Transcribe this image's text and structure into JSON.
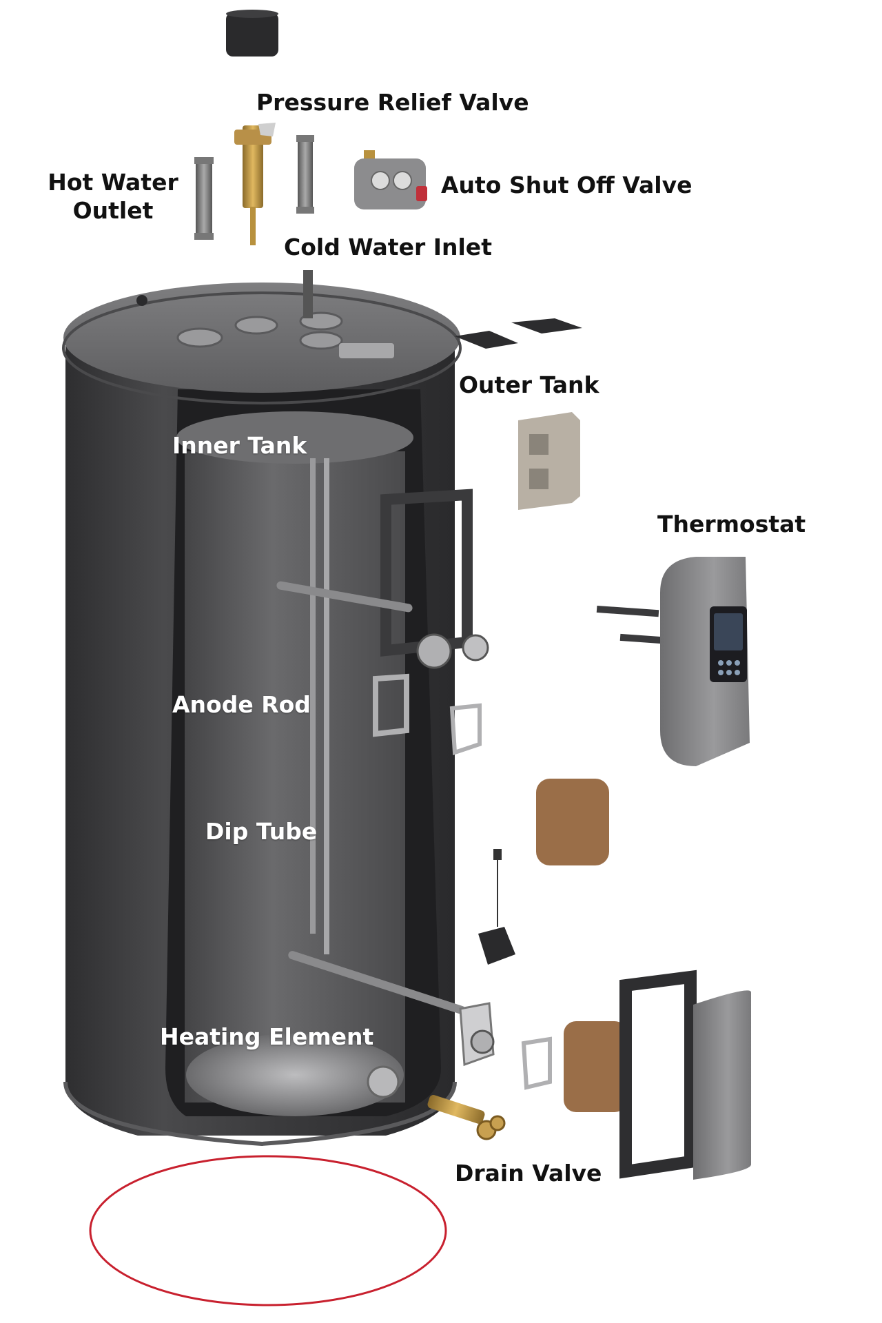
{
  "labels": {
    "pressure_relief_valve": "Pressure Relief Valve",
    "hot_water_outlet_line1": "Hot Water",
    "hot_water_outlet_line2": "Outlet",
    "auto_shut_off_valve": "Auto Shut Off Valve",
    "cold_water_inlet": "Cold Water Inlet",
    "outer_tank": "Outer Tank",
    "inner_tank": "Inner Tank",
    "thermostat": "Thermostat",
    "anode_rod": "Anode Rod",
    "dip_tube": "Dip Tube",
    "heating_element": "Heating Element",
    "drain_valve": "Drain Valve"
  },
  "colors": {
    "label_dark": "#111111",
    "label_light": "#ffffff",
    "tank_dark": "#3a3a3c",
    "tank_mid": "#5a5a5c",
    "tank_light": "#8a8a8c",
    "brass": "#c8a050",
    "sponge": "#9a6e48",
    "base_ring": "#c8202e"
  }
}
